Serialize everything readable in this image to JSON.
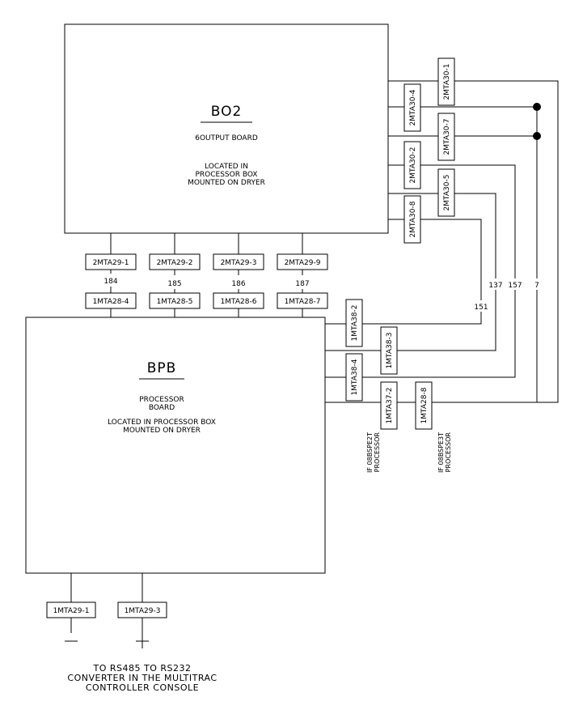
{
  "bo2": {
    "title": "BO2",
    "name": "6OUTPUT BOARD",
    "location": [
      "LOCATED IN",
      "PROCESSOR BOX",
      "MOUNTED ON DRYER"
    ]
  },
  "bpb": {
    "title": "BPB",
    "name": [
      "PROCESSOR",
      "BOARD"
    ],
    "location": [
      "LOCATED IN PROCESSOR BOX",
      "MOUNTED ON DRYER"
    ]
  },
  "connectors_bo2_bottom": [
    "2MTA29-1",
    "2MTA29-2",
    "2MTA29-3",
    "2MTA29-9"
  ],
  "wire_numbers_middle": [
    "184",
    "185",
    "186",
    "187"
  ],
  "connectors_bpb_top": [
    "1MTA28-4",
    "1MTA28-5",
    "1MTA28-6",
    "1MTA28-7"
  ],
  "connectors_bo2_right": [
    "2MTA30-1",
    "2MTA30-4",
    "2MTA30-7",
    "2MTA30-2",
    "2MTA30-5",
    "2MTA30-8"
  ],
  "connectors_bpb_right": [
    "1MTA38-2",
    "1MTA38-3",
    "1MTA38-4",
    "1MTA37-2",
    "1MTA28-8"
  ],
  "wire_numbers_right": [
    "151",
    "137",
    "157",
    "7"
  ],
  "processor_notes": [
    [
      "IF 08BSPE2T",
      "PROCESSOR"
    ],
    [
      "IF 08BSPE3T",
      "PROCESSOR"
    ]
  ],
  "connectors_bpb_bottom": [
    "1MTA29-1",
    "1MTA29-3"
  ],
  "polarity": [
    "—",
    "+"
  ],
  "bottom_note": [
    "TO RS485 TO RS232",
    "CONVERTER IN THE MULTITRAC",
    "CONTROLLER CONSOLE"
  ]
}
